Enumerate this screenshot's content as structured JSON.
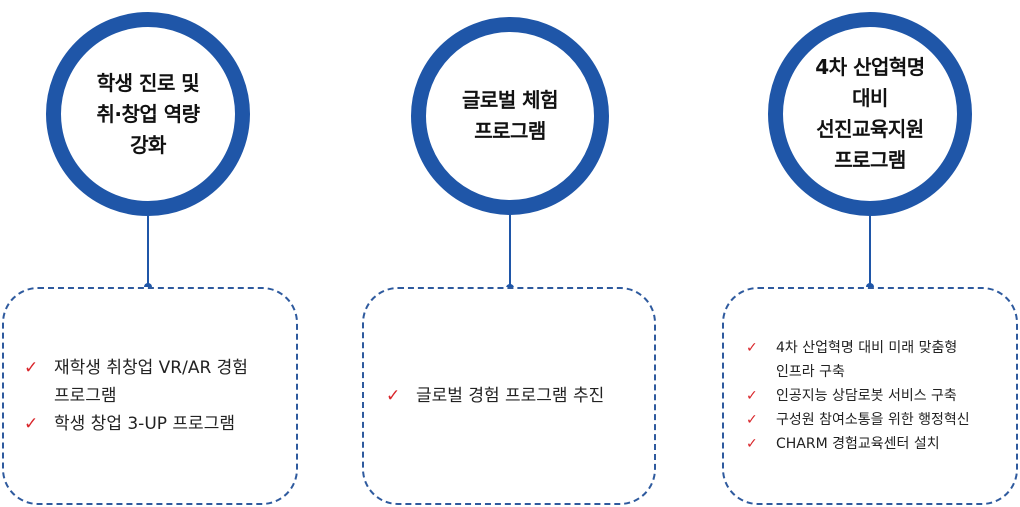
{
  "columns": [
    {
      "title": "학생 진로 및\n취·창업 역량\n강화",
      "items": [
        "재학생 취창업 VR/AR 경험\n프로그램",
        "학생 창업 3-UP 프로그램"
      ]
    },
    {
      "title": "글로벌 체험\n프로그램",
      "items": [
        "글로벌 경험 프로그램 추진"
      ]
    },
    {
      "title": "4차 산업혁명\n대비\n선진교육지원\n프로그램",
      "items": [
        "4차 산업혁명 대비 미래 맞춤형\n인프라 구축",
        "인공지능 상담로봇 서비스 구축",
        "구성원 참여소통을 위한 행정혁신",
        "CHARM 경험교육센터 설치"
      ]
    }
  ],
  "check_glyph": "✓",
  "colors": {
    "circle_ring": "#1f56a8",
    "box_border": "#2e5a9e",
    "check": "#d9262b"
  }
}
